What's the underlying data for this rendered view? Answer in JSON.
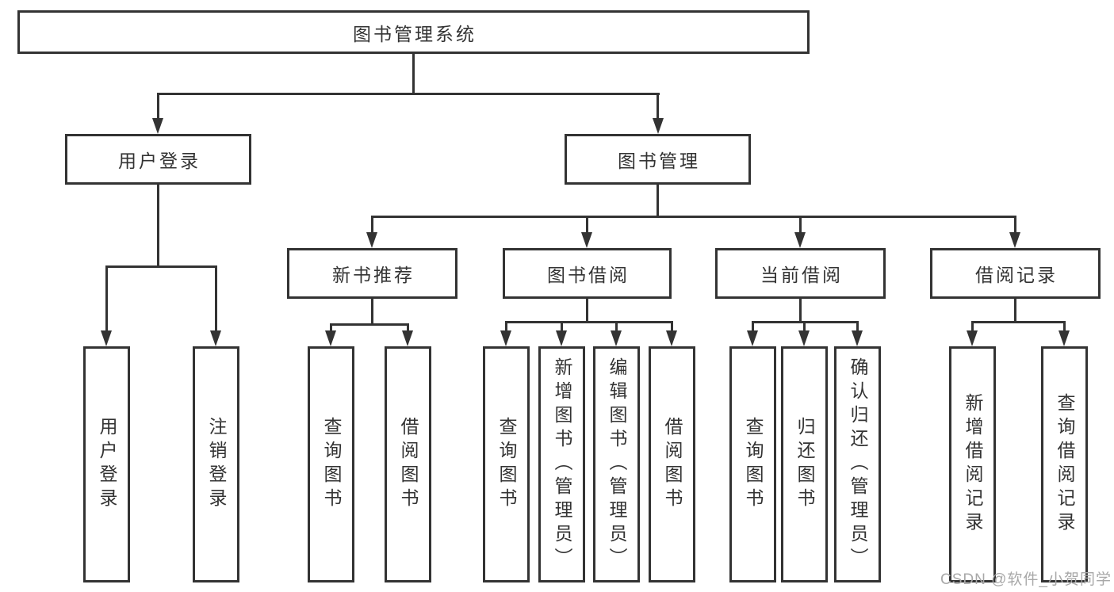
{
  "diagram_type": "hierarchy-tree",
  "colors": {
    "line": "#333333",
    "text": "#333333",
    "background": "#ffffff",
    "watermark": "#a8a8a8"
  },
  "watermark": {
    "text": "CSDN @软件_小贺同学"
  },
  "tree": {
    "label": "图书管理系统",
    "children": [
      {
        "label": "用户登录",
        "children": [
          {
            "label": "用户登录"
          },
          {
            "label": "注销登录"
          }
        ]
      },
      {
        "label": "图书管理",
        "children": [
          {
            "label": "新书推荐",
            "children": [
              {
                "label": "查询图书"
              },
              {
                "label": "借阅图书"
              }
            ]
          },
          {
            "label": "图书借阅",
            "children": [
              {
                "label": "查询图书"
              },
              {
                "label": "新增图书（管理员）"
              },
              {
                "label": "编辑图书（管理员）"
              },
              {
                "label": "借阅图书"
              }
            ]
          },
          {
            "label": "当前借阅",
            "children": [
              {
                "label": "查询图书"
              },
              {
                "label": "归还图书"
              },
              {
                "label": "确认归还（管理员）"
              }
            ]
          },
          {
            "label": "借阅记录",
            "children": [
              {
                "label": "新增借阅记录"
              },
              {
                "label": "查询借阅记录"
              }
            ]
          }
        ]
      }
    ]
  }
}
